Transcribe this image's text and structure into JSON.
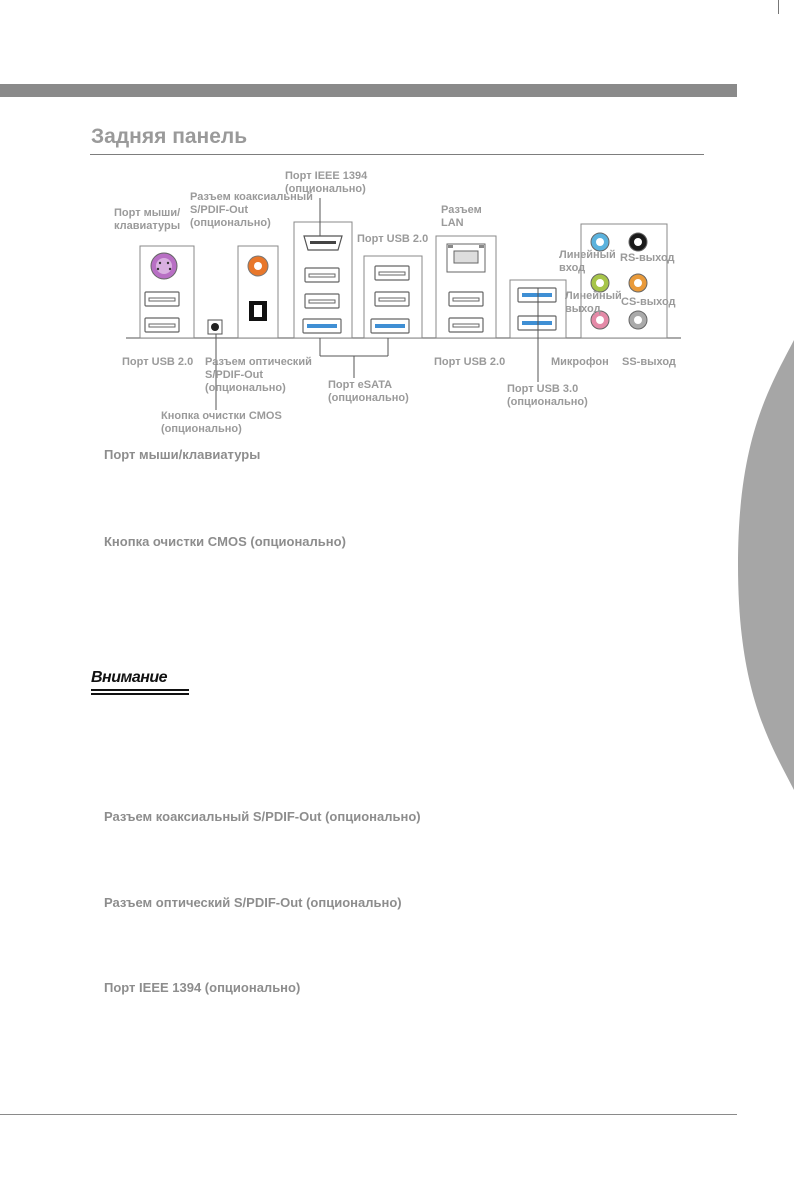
{
  "page": {
    "title": "Задняя панель"
  },
  "diagram_labels": {
    "ps2": "Порт мыши/\nклавиатуры",
    "coax": "Разъем коаксиальный\nS/PDIF-Out\n(опционально)",
    "ieee": "Порт IEEE 1394\n(опционально)",
    "usb20_top": "Порт USB 2.0",
    "lan": "Разъем\nLAN",
    "line_in": "Линейный\nвход",
    "rs_out": "RS-выход",
    "line_out": "Линейный\nвыход",
    "cs_out": "CS-выход",
    "usb20_left": "Порт USB 2.0",
    "optical": "Разъем оптический\nS/PDIF-Out\n(опционально)",
    "esata": "Порт eSATA\n(опционально)",
    "usb20_right": "Порт USB 2.0",
    "mic": "Микрофон",
    "ss_out": "SS-выход",
    "usb30": "Порт USB 3.0\n(опционально)",
    "cmos": "Кнопка очистки CMOS\n(опционально)"
  },
  "sections": [
    "Порт мыши/клавиатуры",
    "Кнопка очистки CMOS (опционально)",
    "Разъем коаксиальный S/PDIF-Out (опционально)",
    "Разъем оптический S/PDIF-Out (опционально)",
    "Порт IEEE 1394 (опционально)"
  ],
  "note": {
    "label": "Внимание"
  },
  "colors": {
    "ps2_port": "#b86fc4",
    "coax_port": "#e8772b",
    "usb30_port": "#3f8fd4",
    "audio_line_in": "#5bb2dd",
    "audio_line_out": "#a7c54a",
    "audio_mic": "#e48aa7",
    "audio_rs": "#1a1a1a",
    "audio_cs": "#e99a3a",
    "audio_ss": "#aaaaaa"
  }
}
